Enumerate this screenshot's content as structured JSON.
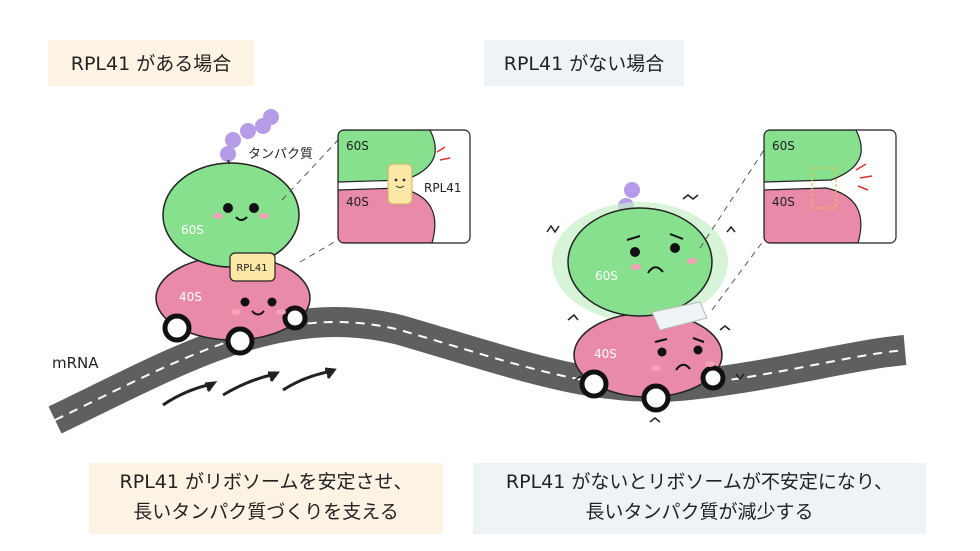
{
  "headers": {
    "left": "RPL41 がある場合",
    "right": "RPL41 がない場合"
  },
  "labels": {
    "mrna": "mRNA",
    "protein": "タンパク質",
    "subunit_large": "60S",
    "subunit_small": "40S",
    "rpl41_tag": "RPL41",
    "inset_rpl41": "RPL41"
  },
  "captions": {
    "left_line1": "RPL41 がリボソームを安定させ、",
    "left_line2": "長いタンパク質づくりを支える",
    "right_line1": "RPL41 がないとリボソームが不安定になり、",
    "right_line2": "長いタンパク質が減少する"
  },
  "colors": {
    "large_subunit": "#86e08e",
    "small_subunit": "#e88aa8",
    "rpl41": "#fbe7a6",
    "protein_beads": "#b59be8",
    "road": "#5f5f5f",
    "left_panel_bg": "#fdf3e4",
    "right_panel_bg": "#eef3f6"
  }
}
